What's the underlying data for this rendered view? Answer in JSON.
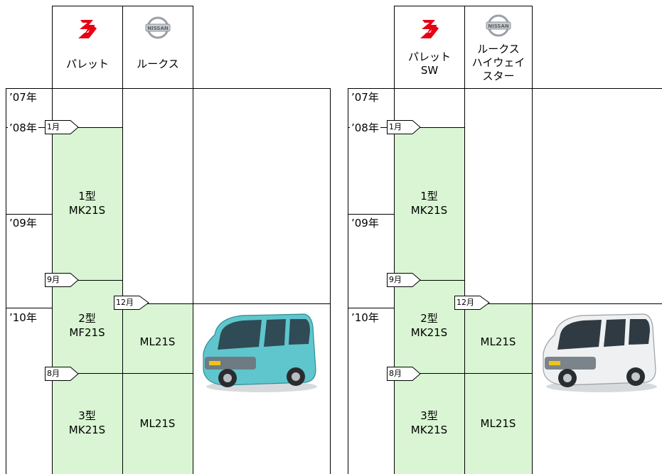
{
  "colors": {
    "model_fill": "#d9f5d3",
    "line": "#000000",
    "suzuki_red": "#e60012",
    "teal_car": "#5fc6cd",
    "white_car": "#eef0f2"
  },
  "panels": [
    {
      "suzuki": {
        "logo": "suzuki-logo",
        "name": "パレット"
      },
      "nissan": {
        "logo": "nissan-logo",
        "name": "ルークス"
      },
      "years": [
        "’07年",
        "’08年",
        "’09年",
        "’10年"
      ],
      "months": {
        "m1": "1月",
        "m9": "9月",
        "m12": "12月",
        "m8": "8月"
      },
      "suzuki_models": [
        {
          "gen": "1型",
          "code": "MK21S"
        },
        {
          "gen": "2型",
          "code": "MF21S"
        },
        {
          "gen": "3型",
          "code": "MK21S"
        }
      ],
      "nissan_models": [
        "ML21S",
        "ML21S"
      ],
      "car_icon": "teal-minivan"
    },
    {
      "suzuki": {
        "logo": "suzuki-logo",
        "name_line1": "パレット",
        "name_line2": "SW"
      },
      "nissan": {
        "logo": "nissan-logo",
        "name_line1": "ルークス",
        "name_line2": "ハイウェイ",
        "name_line3": "スター"
      },
      "years": [
        "’07年",
        "’08年",
        "’09年",
        "’10年"
      ],
      "months": {
        "m1": "1月",
        "m9": "9月",
        "m12": "12月",
        "m8": "8月"
      },
      "suzuki_models": [
        {
          "gen": "1型",
          "code": "MK21S"
        },
        {
          "gen": "2型",
          "code": "MK21S"
        },
        {
          "gen": "3型",
          "code": "MK21S"
        }
      ],
      "nissan_models": [
        "ML21S",
        "ML21S"
      ],
      "car_icon": "white-minivan"
    }
  ]
}
